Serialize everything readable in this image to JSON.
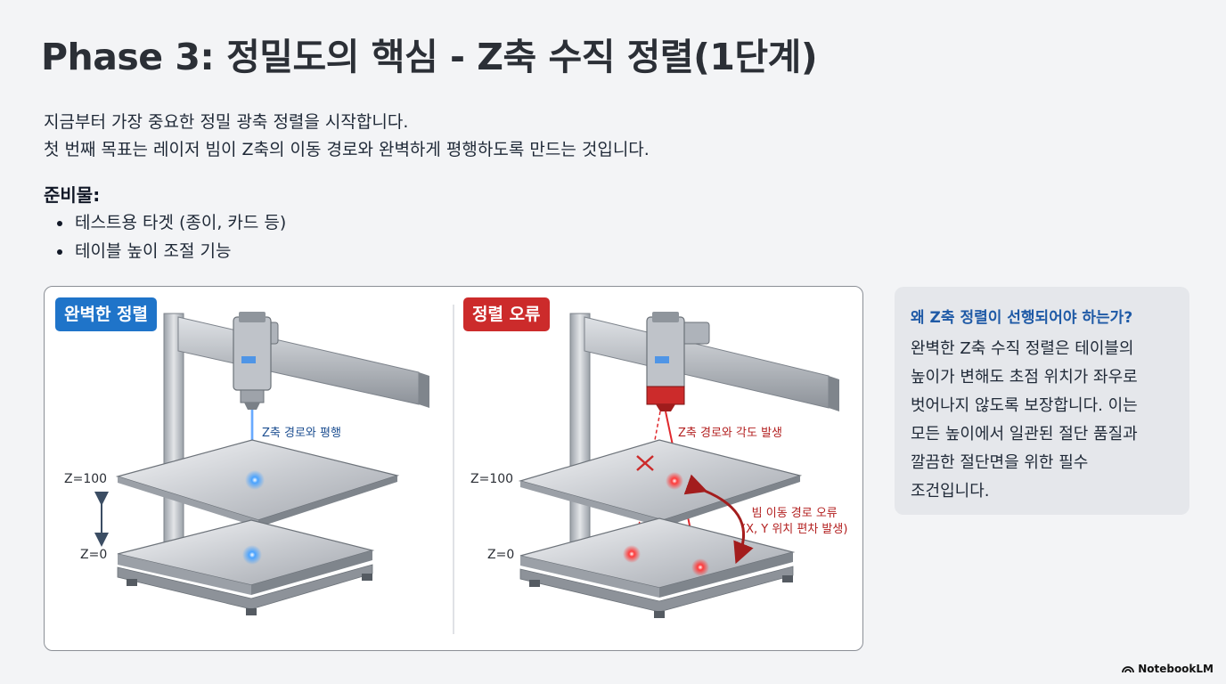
{
  "title": "Phase 3: 정밀도의 핵심 - Z축 수직 정렬(1단계)",
  "intro": {
    "line1": "지금부터 가장 중요한 정밀 광축 정렬을 시작합니다.",
    "line2": "첫 번째 목표는 레이저 빔이 Z축의 이동 경로와 완벽하게 평행하도록 만드는 것입니다."
  },
  "preparation": {
    "heading": "준비물:",
    "items": [
      "테스트용 타겟 (종이, 카드 등)",
      "테이블 높이 조절 기능"
    ]
  },
  "figure": {
    "left": {
      "badge": "완벽한 정렬",
      "beam_label": "Z축 경로와 평행",
      "z_top": "Z=100",
      "z_bottom": "Z=0"
    },
    "right": {
      "badge": "정렬 오류",
      "beam_label": "Z축 경로와 각도 발생",
      "z_top": "Z=100",
      "z_bottom": "Z=0",
      "error_line1": "빔 이동 경로 오류",
      "error_line2": "(X, Y 위치 편차 발생)"
    },
    "colors": {
      "correct": "#1f74c9",
      "error": "#cc2b2b"
    }
  },
  "sidebar": {
    "title": "왜 Z축 정렬이 선행되어야 하는가?",
    "lines": [
      "완벽한 Z축 수직 정렬은 테이블의",
      "높이가 변해도 초점 위치가 좌우로",
      "벗어나지 않도록 보장합니다. 이는",
      "모든 높이에서 일관된 절단 품질과",
      "깔끔한 절단면을 위한 필수",
      "조건입니다."
    ]
  },
  "brand": {
    "name": "NotebookLM",
    "icon": "notebooklm-logo-icon"
  }
}
